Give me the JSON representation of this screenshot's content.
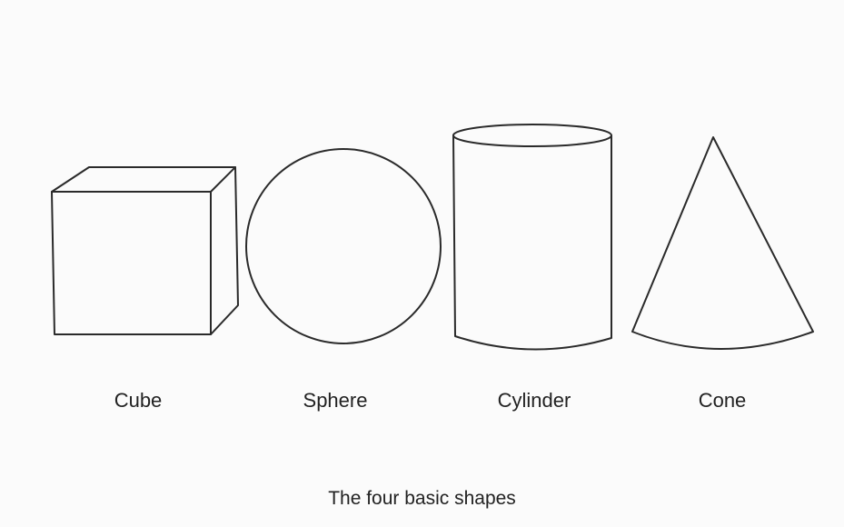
{
  "shapes": [
    {
      "id": "cube",
      "label": "Cube"
    },
    {
      "id": "sphere",
      "label": "Sphere"
    },
    {
      "id": "cylinder",
      "label": "Cylinder"
    },
    {
      "id": "cone",
      "label": "Cone"
    }
  ],
  "caption": "The four basic shapes",
  "colors": {
    "background": "#fbfbfb",
    "stroke": "#2a2a2a",
    "text": "#222222"
  }
}
